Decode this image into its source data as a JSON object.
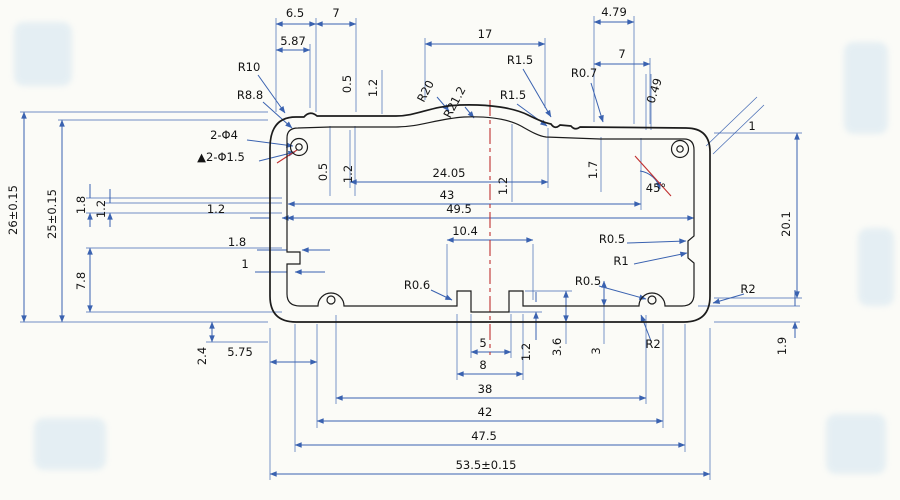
{
  "colors": {
    "dimension_line": "#3a62b0",
    "profile_line": "#1c1c1c",
    "centerline": "#c03030",
    "text": "#141414",
    "background": "#fbfbf7",
    "watermark": "#bcd8ec"
  },
  "dims": {
    "top_6_5": "6.5",
    "top_7": "7",
    "top_5_87": "5.87",
    "top_17": "17",
    "top_4_79": "4.79",
    "top_7b": "7",
    "r10": "R10",
    "r8_8": "R8.8",
    "holes_phi4": "2-Φ4",
    "holes_phi1_5": "▲2-Φ1.5",
    "top_0_5": "0.5",
    "top_1_2": "1.2",
    "r20": "R20",
    "r21_2": "R21.2",
    "r1_5a": "R1.5",
    "r1_5b": "R1.5",
    "r0_7": "R0.7",
    "top_0_49": "0.49",
    "corner_1": "1",
    "in_0_5": "0.5",
    "in_1_2": "1.2",
    "in_24_05": "24.05",
    "in_43": "43",
    "in_1_2b": "1.2",
    "in_1_7": "1.7",
    "angle_45": "45°",
    "in_49_5": "49.5",
    "in_10_4": "10.4",
    "left_26": "26±0.15",
    "left_25": "25±0.15",
    "left_1_8": "1.8",
    "left_1_2": "1.2",
    "left_1_2h": "1.2",
    "left_7_8": "7.8",
    "left_1_8h": "1.8",
    "left_1h": "1",
    "r0_6": "R0.6",
    "r0_5a": "R0.5",
    "r1": "R1",
    "r0_5b": "R0.5",
    "r2a": "R2",
    "right_20_1": "20.1",
    "right_1_9": "1.9",
    "bot_5": "5",
    "bot_8": "8",
    "bot_1_2": "1.2",
    "bot_3_6": "3.6",
    "bot_3": "3",
    "r2b": "R2",
    "bot_38": "38",
    "bot_42": "42",
    "bot_47_5": "47.5",
    "bot_53_5": "53.5±0.15",
    "bot_2_4": "2.4",
    "bot_5_75": "5.75"
  }
}
